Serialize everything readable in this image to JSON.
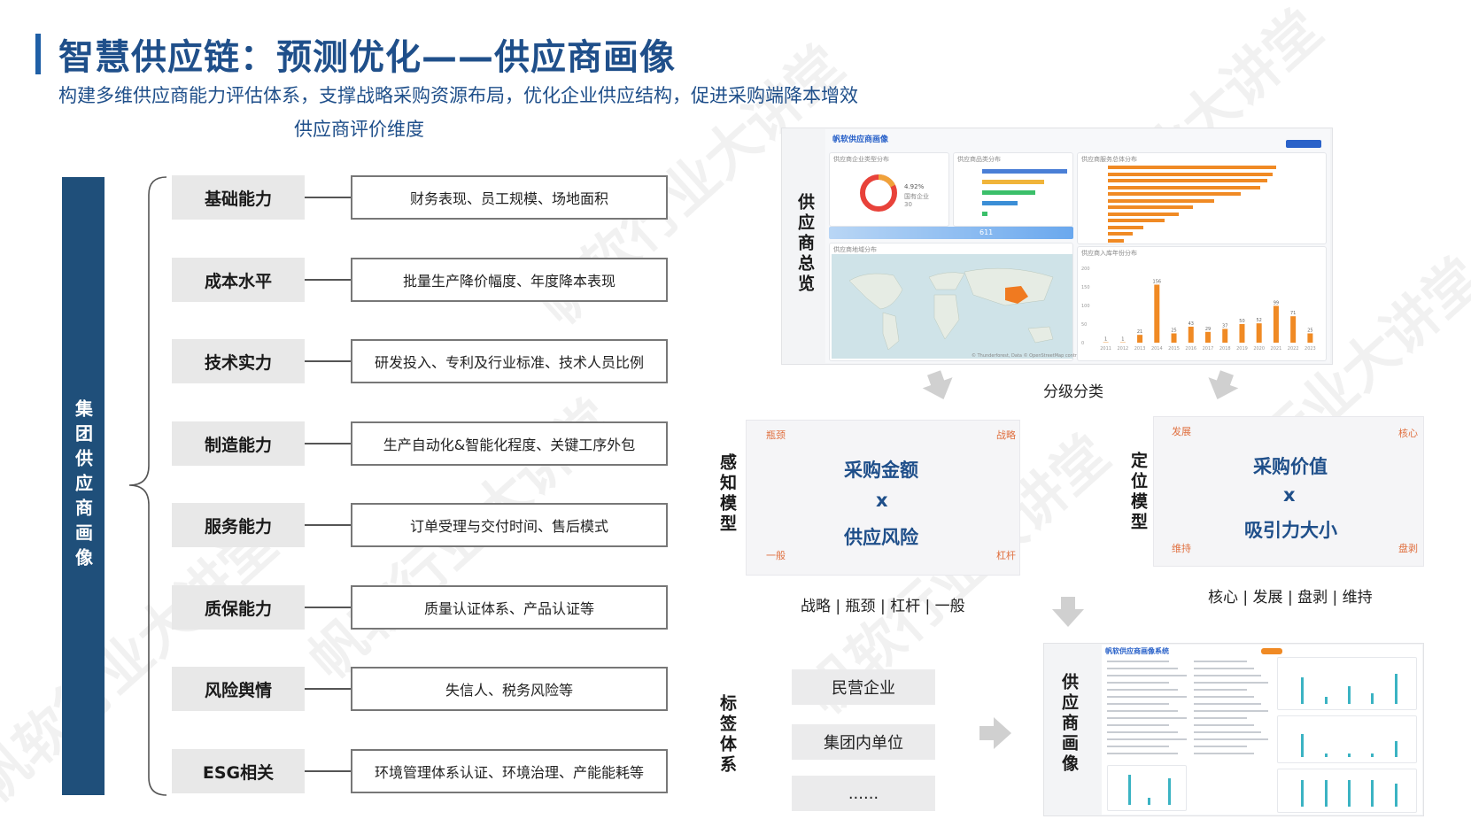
{
  "header": {
    "title": "智慧供应链：预测优化——供应商画像",
    "subtitle": "构建多维供应商能力评估体系，支撑战略采购资源布局，优化企业供应结构，促进采购端降本增效",
    "dimension_title": "供应商评价维度"
  },
  "left_bar": {
    "label": "集团供应商画像"
  },
  "dimensions": [
    {
      "name": "基础能力",
      "desc": "财务表现、员工规模、场地面积"
    },
    {
      "name": "成本水平",
      "desc": "批量生产降价幅度、年度降本表现"
    },
    {
      "name": "技术实力",
      "desc": "研发投入、专利及行业标准、技术人员比例"
    },
    {
      "name": "制造能力",
      "desc": "生产自动化&智能化程度、关键工序外包"
    },
    {
      "name": "服务能力",
      "desc": "订单受理与交付时间、售后模式"
    },
    {
      "name": "质保能力",
      "desc": "质量认证体系、产品认证等"
    },
    {
      "name": "风险舆情",
      "desc": "失信人、税务风险等"
    },
    {
      "name": "ESG相关",
      "desc": "环境管理体系认证、环境治理、产能能耗等"
    }
  ],
  "overview": {
    "label": "供应商总览",
    "brand": "帆软供应商画像",
    "card1_title": "供应商企业类型分布",
    "donut_value": "4.92%",
    "donut_sub": "国有企业",
    "donut_count": "30",
    "bar_total": "611",
    "card2_title": "供应商品类分布",
    "card3_title": "供应商服务总体分布",
    "map_title": "供应商地域分布",
    "year_title": "供应商入库年份分布",
    "map_attribution": "© Thunderforest, Data © OpenStreetMap contributors",
    "year_chart": {
      "years": [
        "2011",
        "2012",
        "2013",
        "2014",
        "2015",
        "2016",
        "2017",
        "2018",
        "2019",
        "2020",
        "2021",
        "2022",
        "2023"
      ],
      "values": [
        1,
        1,
        21,
        156,
        25,
        43,
        29,
        37,
        50,
        52,
        99,
        71,
        25
      ],
      "y_ticks": [
        "200",
        "150",
        "100",
        "50",
        "0"
      ]
    }
  },
  "classify_label": "分级分类",
  "perception": {
    "label": "感知模型",
    "line1": "采购金额",
    "line2": "x",
    "line3": "供应风险",
    "corners": {
      "tl": "瓶颈",
      "tr": "战略",
      "bl": "一般",
      "br": "杠杆"
    },
    "caption": "战略 | 瓶颈 | 杠杆 | 一般"
  },
  "positioning": {
    "label": "定位模型",
    "line1": "采购价值",
    "line2": "x",
    "line3": "吸引力大小",
    "corners": {
      "tl": "发展",
      "tr": "核心",
      "bl": "维持",
      "br": "盘剥"
    },
    "caption": "核心 | 发展 | 盘剥 | 维持"
  },
  "tags": {
    "label": "标签体系",
    "items": [
      "民营企业",
      "集团内单位",
      "......"
    ]
  },
  "portrait": {
    "label": "供应商画像",
    "brand": "帆软供应商画像系统"
  },
  "colors": {
    "title": "#1f4f8a",
    "left_bar": "#1f4f7a",
    "orange": "#f08a24",
    "teal": "#3bb3c3"
  }
}
